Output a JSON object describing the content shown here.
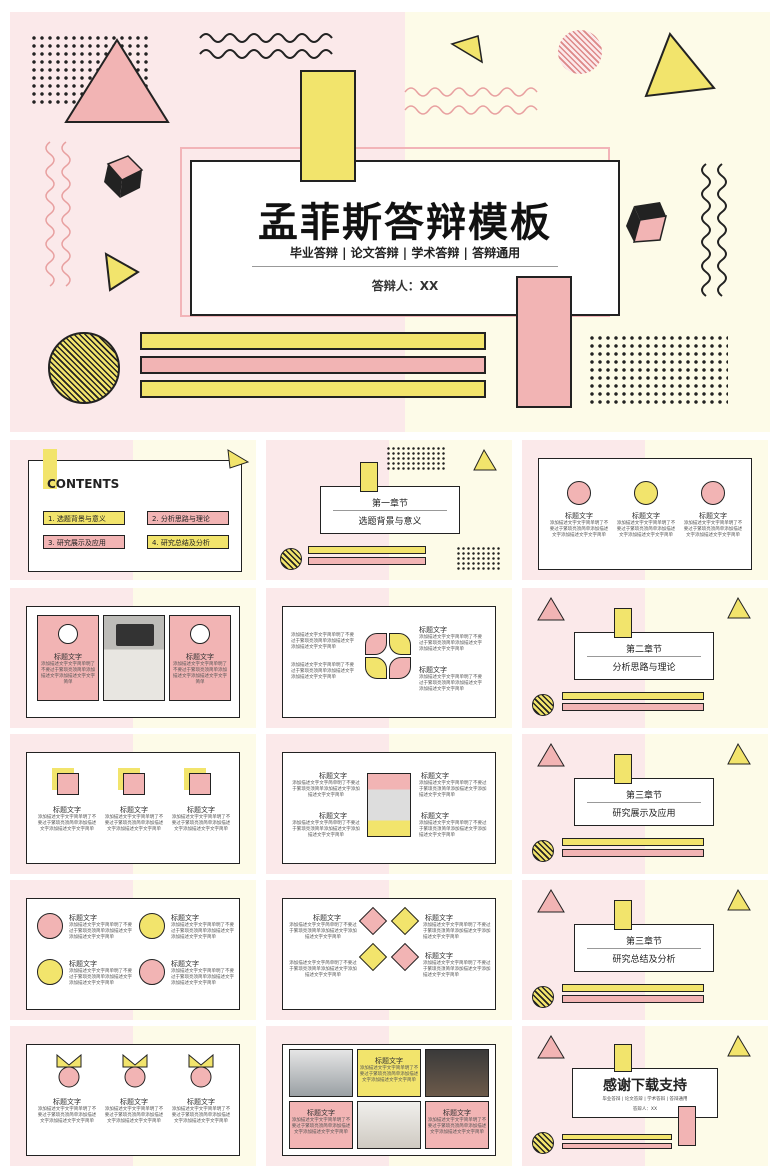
{
  "cover": {
    "title": "孟菲斯答辩模板",
    "subtitle": "毕业答辩 | 论文答辩 | 学术答辩 | 答辩通用",
    "presenter": "答辩人：XX"
  },
  "contents": {
    "heading": "CONTENTS",
    "items": [
      "1. 选题背景与意义",
      "2. 分析思路与理论",
      "3. 研究展示及应用",
      "4. 研究总结及分析"
    ]
  },
  "chapters": [
    {
      "num": "第一章节",
      "name": "选题背景与意义"
    },
    {
      "num": "第二章节",
      "name": "分析思路与理论"
    },
    {
      "num": "第三章节",
      "name": "研究展示及应用"
    },
    {
      "num": "第三章节",
      "name": "研究总结及分析"
    }
  ],
  "slide_text": {
    "label": "标题文字",
    "body": "添加描述文字文字简单明了不要过于繁琐亮须简单添加描述文字添加描述文字文字简单",
    "body_short": "添加描述"
  },
  "ending": {
    "title": "感谢下载支持",
    "tags": "毕业答辩 | 论文答辩 | 学术答辩 | 答辩通用",
    "presenter": "答辩人：XX"
  },
  "colors": {
    "pink": "#f2b4b4",
    "yellow": "#f2e46c",
    "bg_pink": "#fbe9ea",
    "bg_yellow": "#fdfbe8"
  }
}
